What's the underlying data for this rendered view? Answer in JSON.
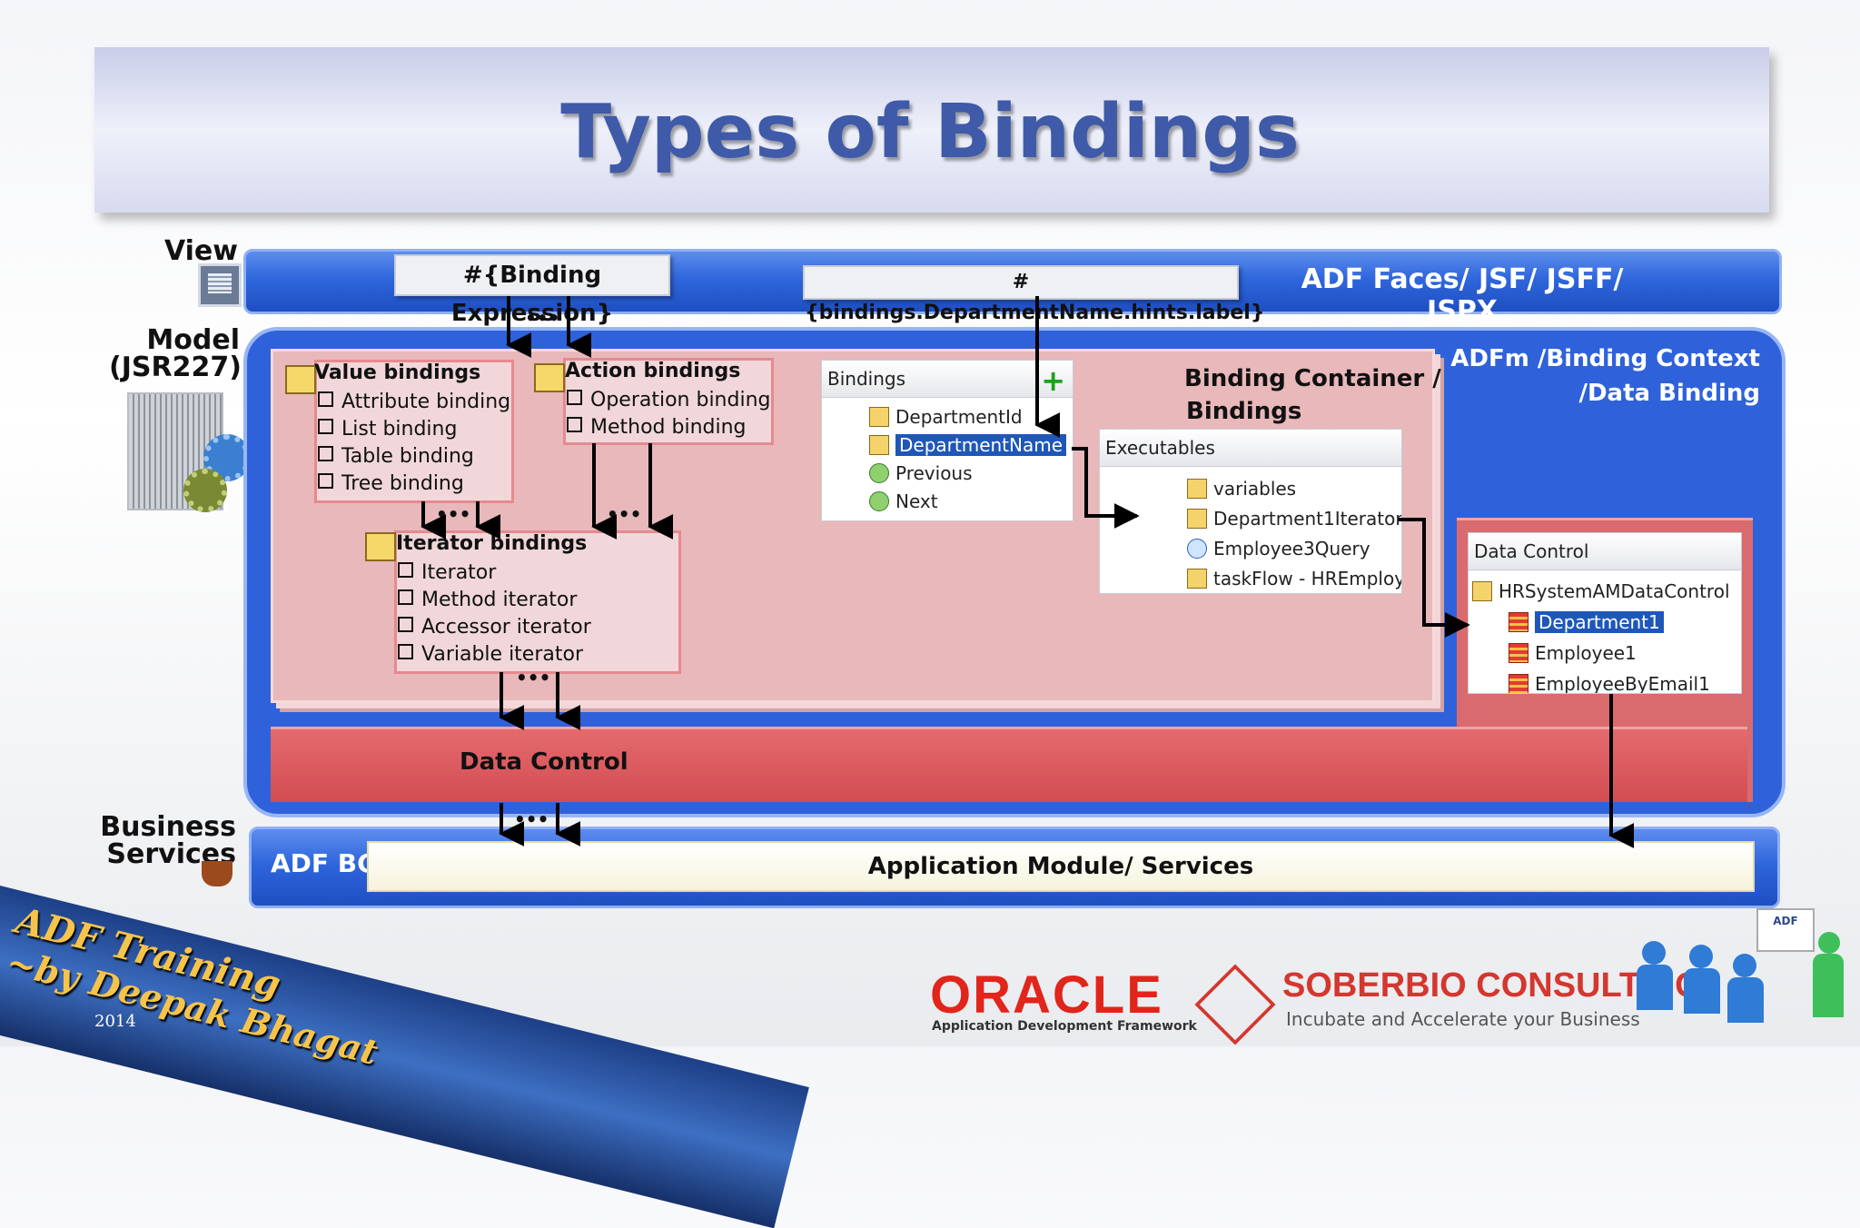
{
  "title": "Types of Bindings",
  "layers": {
    "view": "View",
    "model_line1": "Model",
    "model_line2": "(JSR227)",
    "business_line1": "Business",
    "business_line2": "Services"
  },
  "view_bar": {
    "expression_left": "#{Binding Expression}",
    "expression_right": "#{bindings.DepartmentName.hints.label}",
    "label": "ADF Faces/ JSF/ JSFF/ JSPX"
  },
  "model_area": {
    "label_line1": "ADFm /Binding Context",
    "label_line2": "/Data Binding",
    "value_bindings": {
      "title": "Value bindings",
      "items": [
        "Attribute binding",
        "List binding",
        "Table binding",
        "Tree binding"
      ]
    },
    "action_bindings": {
      "title": "Action bindings",
      "items": [
        "Operation binding",
        "Method binding"
      ]
    },
    "iterator_bindings": {
      "title": "Iterator bindings",
      "items": [
        "Iterator",
        "Method iterator",
        "Accessor iterator",
        "Variable iterator"
      ]
    },
    "ellipsis": "•••",
    "bindings_tree": {
      "header": "Bindings",
      "items": [
        "DepartmentId",
        "DepartmentName",
        "Previous",
        "Next"
      ],
      "selected": "DepartmentName"
    },
    "binding_container": {
      "line1": "Binding Container /",
      "line2": "Bindings"
    },
    "executables": {
      "header": "Executables",
      "items": [
        "variables",
        "Department1Iterator",
        "Employee3Query",
        "taskFlow - HREmploye"
      ]
    },
    "data_control_panel": {
      "header": "Data Control",
      "root": "HRSystemAMDataControl",
      "items": [
        "Department1",
        "Employee1",
        "EmployeeByEmail1"
      ],
      "selected": "Department1"
    },
    "data_control_band": "Data Control"
  },
  "business_bar": {
    "label": "ADF BC",
    "app_module": "Application Module/ Services"
  },
  "branding": {
    "ribbon_line1": "ADF Training",
    "ribbon_line2": "~by Deepak Bhagat",
    "year": "2014",
    "oracle": "ORACLE",
    "oracle_sub": "Application Development Framework",
    "soberbio": "SOBERBIO CONSULTING",
    "soberbio_tag": "Incubate and Accelerate your Business",
    "adf_mini": "ADF"
  },
  "colors": {
    "title_blue": "#3e5aa8",
    "layer_blue": "#2f62da",
    "pink": "#e8b8bb",
    "data_control_red": "#d24d52",
    "oracle_red": "#e1251b",
    "soberbio_red": "#d4372f"
  }
}
